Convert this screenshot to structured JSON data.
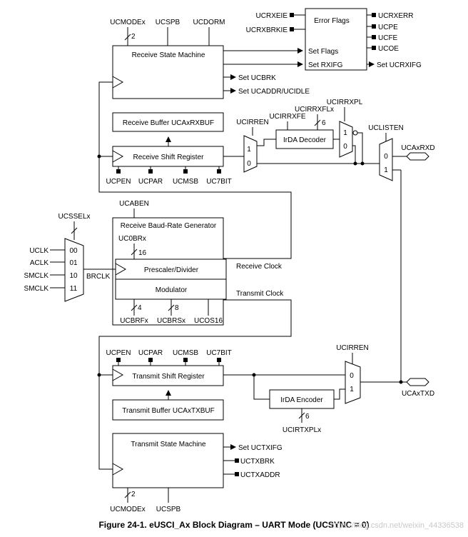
{
  "receive": {
    "ctrl": [
      "UCMODEx",
      "UCSPB",
      "UCDORM"
    ],
    "bus_2": "2",
    "state_machine": "Receive State Machine",
    "set_ucbrk": "Set UCBRK",
    "set_ucaddr": "Set UCADDR/UCIDLE",
    "buffer": "Receive Buffer UCAxRXBUF",
    "shift_register": "Receive Shift Register",
    "bits": [
      "UCPEN",
      "UCPAR",
      "UCMSB",
      "UC7BIT"
    ],
    "clock": "Receive Clock"
  },
  "error": {
    "title": "Error Flags",
    "inputs": [
      "UCRXEIE",
      "UCRXBRKIE"
    ],
    "set_flags": "Set Flags",
    "set_rxifg": "Set RXIFG",
    "outputs": [
      "UCRXERR",
      "UCPE",
      "UCFE",
      "UCOE"
    ],
    "set_ucrxifg": "Set UCRXIFG"
  },
  "irda_rx": {
    "ucirren": "UCIRREN",
    "ucirrxfe": "UCIRRXFE",
    "ucirrxflx": "UCIRRXFLx",
    "ucirrxpl": "UCIRRXPL",
    "bus_6": "6",
    "decoder": "IrDA Decoder",
    "mux1_in0": "1",
    "mux1_in1": "0",
    "inv_1": "1",
    "inv_0": "0"
  },
  "listen": {
    "uclisten": "UCLISTEN",
    "mux_0": "0",
    "mux_1": "1",
    "rxd": "UCAxRXD"
  },
  "baud": {
    "ucaben": "UCABEN",
    "generator": "Receive Baud-Rate Generator",
    "uc0brx": "UC0BRx",
    "bus_16": "16",
    "prescaler": "Prescaler/Divider",
    "modulator": "Modulator",
    "ucbrfx": "UCBRFx",
    "ucbrsx": "UCBRSx",
    "ucos16": "UCOS16",
    "bus_4": "4",
    "bus_8": "8"
  },
  "clock_select": {
    "ucssel": "UCSSELx",
    "sources": [
      "UCLK",
      "ACLK",
      "SMCLK",
      "SMCLK"
    ],
    "codes": [
      "00",
      "01",
      "10",
      "11"
    ],
    "brclk": "BRCLK"
  },
  "transmit": {
    "clock": "Transmit Clock",
    "bits": [
      "UCPEN",
      "UCPAR",
      "UCMSB",
      "UC7BIT"
    ],
    "shift_register": "Transmit Shift Register",
    "buffer": "Transmit Buffer UCAxTXBUF",
    "state_machine": "Transmit State Machine",
    "set_uctxifg": "Set UCTXIFG",
    "uctxbrk": "UCTXBRK",
    "uctxaddr": "UCTXADDR",
    "ctrl": [
      "UCMODEx",
      "UCSPB"
    ],
    "bus_2": "2"
  },
  "irda_tx": {
    "ucirren": "UCIRREN",
    "encoder": "IrDA Encoder",
    "ucirtxplx": "UCIRTXPLx",
    "bus_6": "6",
    "mux_0": "0",
    "mux_1": "1",
    "txd": "UCAxTXD"
  },
  "caption": "Figure 24-1. eUSCI_Ax Block Diagram – UART Mode (UCSYNC = 0)",
  "watermark": "https://blog.csdn.net/weixin_44336538"
}
